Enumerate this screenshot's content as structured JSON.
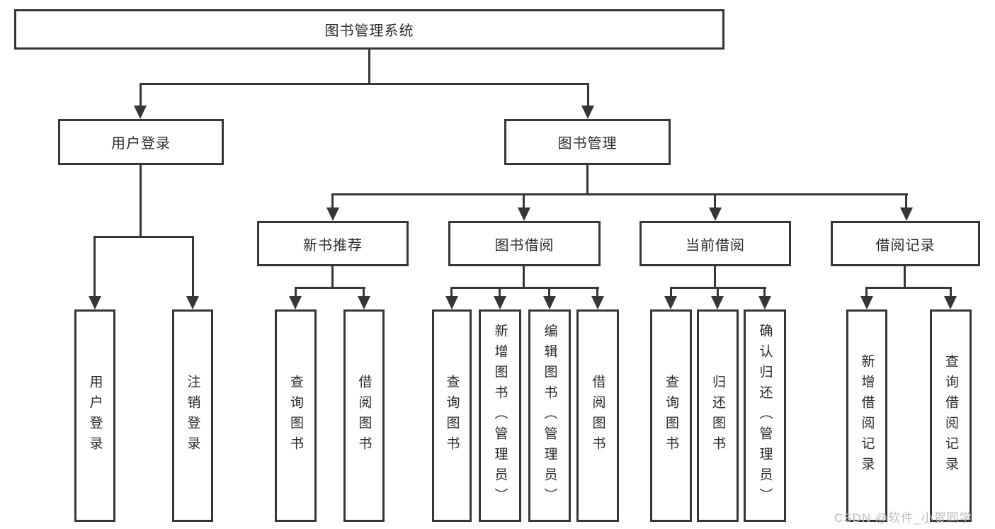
{
  "title": "图书管理系统",
  "level2": {
    "user_login": "用户登录",
    "book_mgmt": "图书管理"
  },
  "level3": {
    "new_books": "新书推荐",
    "book_borrow": "图书借阅",
    "current_borrow": "当前借阅",
    "borrow_records": "借阅记录"
  },
  "leaves": {
    "login": "用户登录",
    "logout": "注销登录",
    "nb_query": "查询图书",
    "nb_borrow": "借阅图书",
    "bb_query": "查询图书",
    "bb_add": "新增图书（管理员）",
    "bb_edit": "编辑图书（管理员）",
    "bb_borrow": "借阅图书",
    "cb_query": "查询图书",
    "cb_return": "归还图书",
    "cb_confirm": "确认归还（管理员）",
    "br_add": "新增借阅记录",
    "br_query": "查询借阅记录"
  },
  "watermark": "CSDN @软件_小贺同学",
  "colors": {
    "line": "#363636",
    "text": "#2b2b2b",
    "watermark": "#bcbcbc",
    "background": "#ffffff"
  }
}
